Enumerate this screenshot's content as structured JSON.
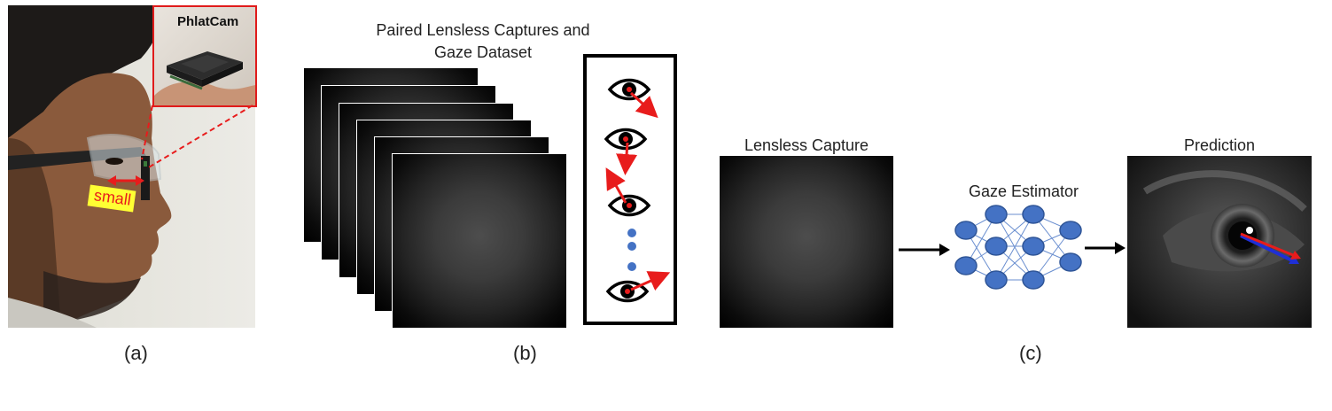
{
  "panel_a": {
    "camera_label": "PhlatCam",
    "small_tag": "small",
    "caption": "(a)"
  },
  "panel_b": {
    "title_line1": "Paired Lensless Captures and",
    "title_line2": "Gaze Dataset",
    "caption": "(b)"
  },
  "panel_c": {
    "capture_label": "Lensless Capture",
    "estimator_label": "Gaze Estimator",
    "prediction_label": "Prediction",
    "caption": "(c)"
  },
  "colors": {
    "gaze_arrow": "#e81c1c",
    "network_node": "#4472c4",
    "prediction_blue": "#1f2fd6",
    "tag_yellow": "#ffff33"
  }
}
